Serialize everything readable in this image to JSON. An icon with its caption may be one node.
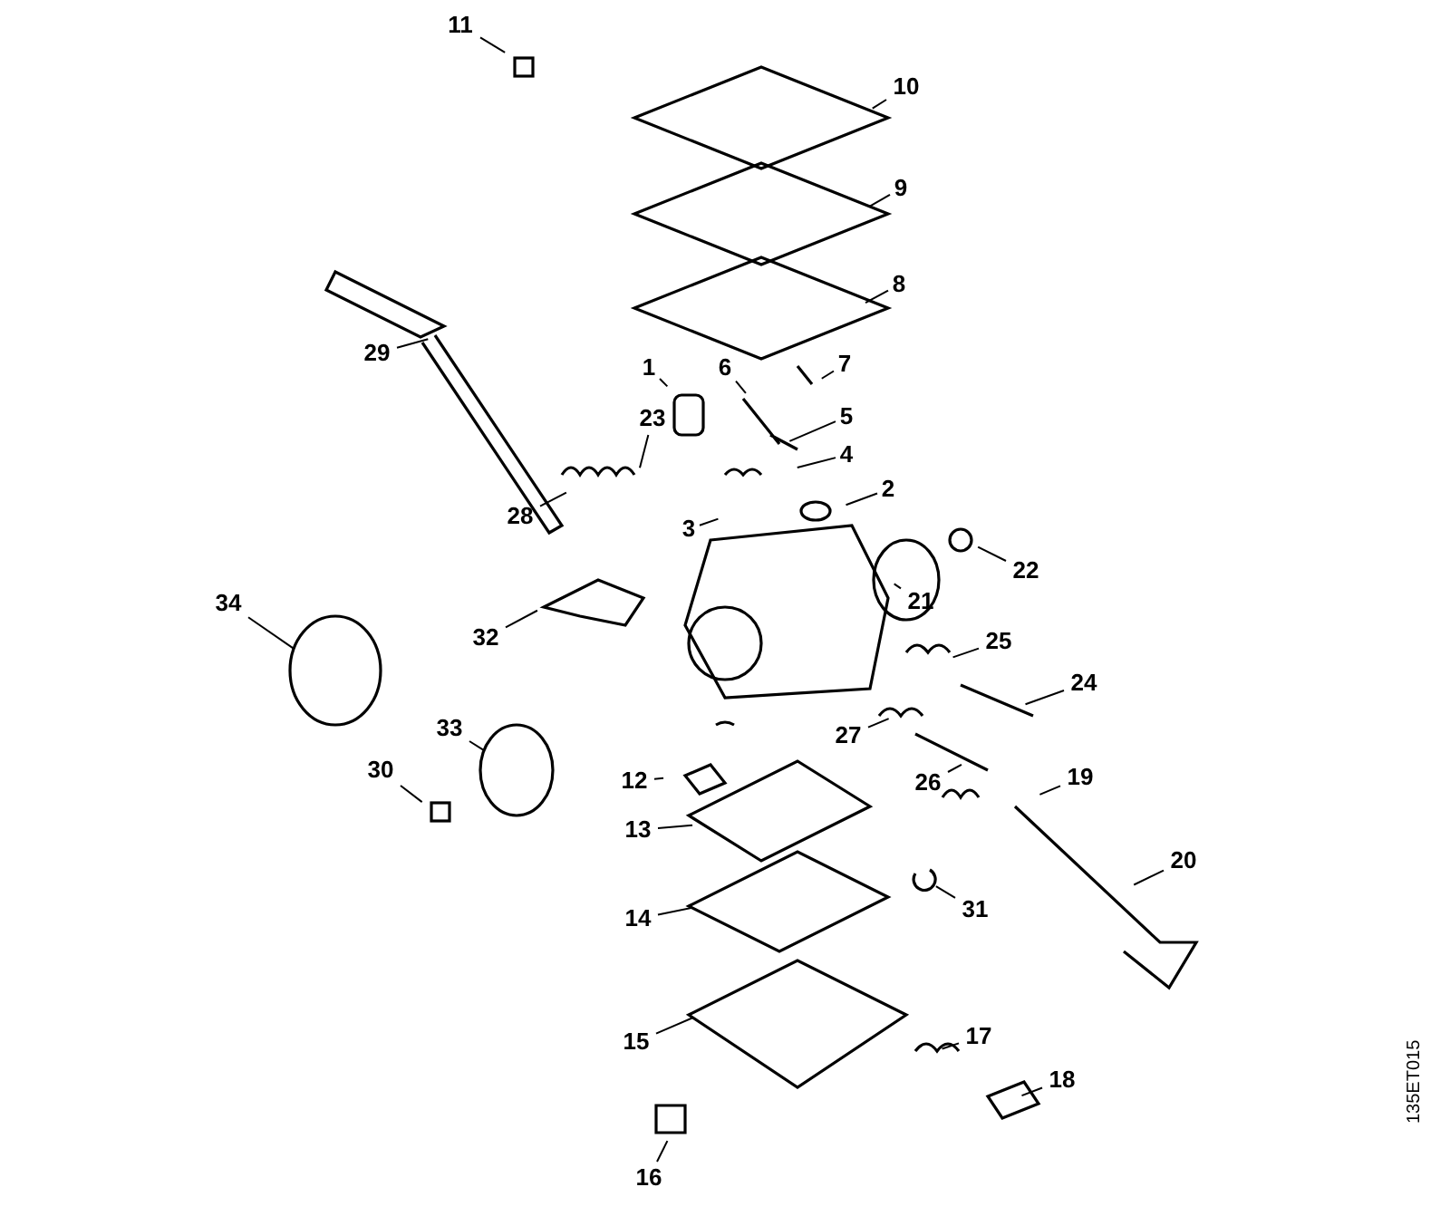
{
  "diagram": {
    "nodes": [
      {
        "text": [
          "11"
        ]
      },
      {
        "text": [
          "10"
        ]
      },
      {
        "text": [
          "9"
        ]
      },
      {
        "text": [
          "8"
        ]
      },
      {
        "text": [
          "29"
        ]
      },
      {
        "text": [
          "7"
        ]
      },
      {
        "text": [
          "1"
        ]
      },
      {
        "text": [
          "6"
        ]
      },
      {
        "text": [
          "5"
        ]
      },
      {
        "text": [
          "23"
        ]
      },
      {
        "text": [
          "4"
        ]
      },
      {
        "text": [
          "2"
        ]
      },
      {
        "text": [
          "28"
        ]
      },
      {
        "text": [
          "3"
        ]
      },
      {
        "text": [
          "22"
        ]
      },
      {
        "text": [
          "21"
        ]
      },
      {
        "text": [
          "34"
        ]
      },
      {
        "text": [
          "32"
        ]
      },
      {
        "text": [
          "25"
        ]
      },
      {
        "text": [
          "24"
        ]
      },
      {
        "text": [
          "27"
        ]
      },
      {
        "text": [
          "33"
        ]
      },
      {
        "text": [
          "12"
        ]
      },
      {
        "text": [
          "30"
        ]
      },
      {
        "text": [
          "19"
        ]
      },
      {
        "text": [
          "26"
        ]
      },
      {
        "text": [
          "13"
        ]
      },
      {
        "text": [
          "20"
        ]
      },
      {
        "text": [
          "31"
        ]
      },
      {
        "text": [
          "14"
        ]
      },
      {
        "text": [
          "15"
        ]
      },
      {
        "text": [
          "17"
        ]
      },
      {
        "text": [
          "18"
        ]
      },
      {
        "text": [
          "16"
        ]
      }
    ],
    "edges": [
      {
        "from": 0,
        "to": null,
        "arrow": "none"
      },
      {
        "from": 1,
        "to": null,
        "arrow": "none"
      },
      {
        "from": 2,
        "to": null,
        "arrow": "none"
      },
      {
        "from": 3,
        "to": null,
        "arrow": "none"
      },
      {
        "from": 4,
        "to": null,
        "arrow": "none"
      },
      {
        "from": 5,
        "to": null,
        "arrow": "none"
      },
      {
        "from": 6,
        "to": null,
        "arrow": "none"
      },
      {
        "from": 7,
        "to": null,
        "arrow": "none"
      },
      {
        "from": 8,
        "to": null,
        "arrow": "none"
      },
      {
        "from": 9,
        "to": null,
        "arrow": "none"
      },
      {
        "from": 10,
        "to": null,
        "arrow": "none"
      },
      {
        "from": 11,
        "to": null,
        "arrow": "none"
      },
      {
        "from": 12,
        "to": null,
        "arrow": "none"
      },
      {
        "from": 13,
        "to": null,
        "arrow": "none"
      },
      {
        "from": 14,
        "to": null,
        "arrow": "none"
      },
      {
        "from": 15,
        "to": null,
        "arrow": "none"
      },
      {
        "from": 16,
        "to": null,
        "arrow": "none"
      },
      {
        "from": 17,
        "to": null,
        "arrow": "none"
      },
      {
        "from": 18,
        "to": null,
        "arrow": "none"
      },
      {
        "from": 19,
        "to": null,
        "arrow": "none"
      },
      {
        "from": 20,
        "to": null,
        "arrow": "none"
      },
      {
        "from": 21,
        "to": null,
        "arrow": "none"
      },
      {
        "from": 22,
        "to": null,
        "arrow": "none"
      },
      {
        "from": 23,
        "to": null,
        "arrow": "none"
      },
      {
        "from": 24,
        "to": null,
        "arrow": "none"
      },
      {
        "from": 25,
        "to": null,
        "arrow": "none"
      },
      {
        "from": 26,
        "to": null,
        "arrow": "none"
      },
      {
        "from": 27,
        "to": null,
        "arrow": "none"
      },
      {
        "from": 28,
        "to": null,
        "arrow": "none"
      },
      {
        "from": 29,
        "to": null,
        "arrow": "none"
      },
      {
        "from": 30,
        "to": null,
        "arrow": "none"
      },
      {
        "from": 31,
        "to": null,
        "arrow": "none"
      },
      {
        "from": 32,
        "to": null,
        "arrow": "none"
      },
      {
        "from": 33,
        "to": null,
        "arrow": "none"
      }
    ],
    "labels": [
      "135ET015"
    ]
  }
}
